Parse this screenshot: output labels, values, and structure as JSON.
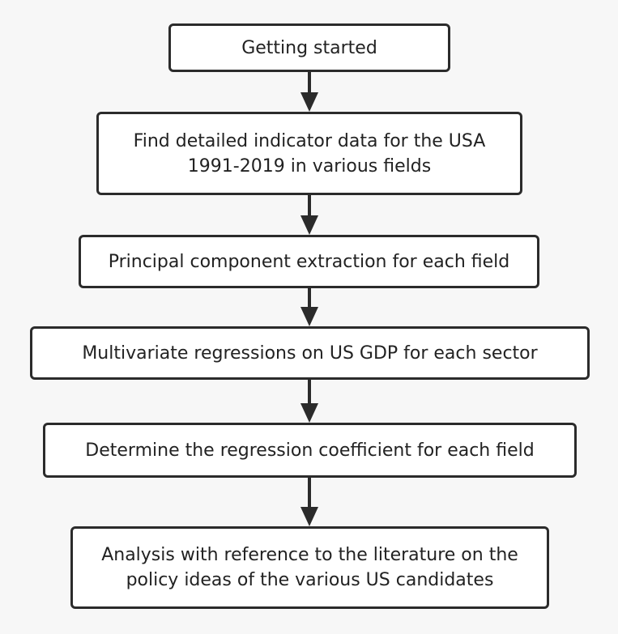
{
  "steps": [
    {
      "lines": [
        "Getting started"
      ]
    },
    {
      "lines": [
        "Find detailed indicator data for the USA",
        "1991-2019 in various fields"
      ]
    },
    {
      "lines": [
        "Principal component extraction for each field"
      ]
    },
    {
      "lines": [
        "Multivariate regressions on US GDP for each sector"
      ]
    },
    {
      "lines": [
        "Determine the regression coefficient for each field"
      ]
    },
    {
      "lines": [
        "Analysis with reference to the literature on the",
        "policy ideas of the various US candidates"
      ]
    }
  ],
  "colors": {
    "border": "#2b2b2b",
    "box_fill": "#ffffff",
    "text": "#222222",
    "background": "#f7f7f7"
  }
}
